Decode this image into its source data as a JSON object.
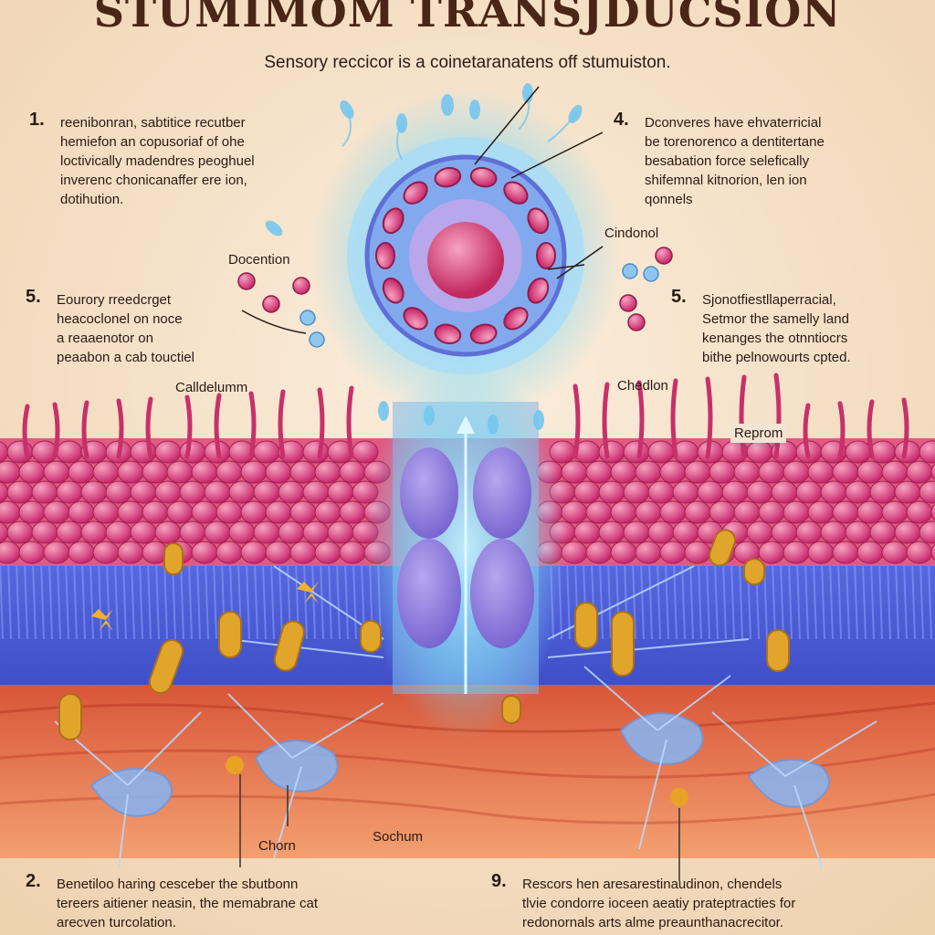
{
  "title": "STUMIMOM TRANSJDUCSION",
  "subtitle": "Sensory reccicor is a coinetaranatens off stumuiston.",
  "steps": [
    {
      "num": "1.",
      "text": "reenibonran, sabtitice recutber\nhemiefon an copusoriaf of ohe\nloctivically madendres peoghuel\ninverenc chonicanaffer ere ion,\ndotihution."
    },
    {
      "num": "4.",
      "text": "Dconveres have ehvaterricial\nbe torenorenco a dentitertane\nbesabation force selefically\nshifemnal kitnorion, len ion\nqonnels"
    },
    {
      "num": "5.",
      "text": "Eourory rreedcrget\nheacoclonel on noce\na reaaenotor on\npeaabon a cab touctiel"
    },
    {
      "num": "5.",
      "text": "Sjonotfiestllaperracial,\nSetmor the samelly land\nkenanges the otnntiocrs\nbithe pelnowourts cpted."
    },
    {
      "num": "2.",
      "text": "Benetiloo haring cesceber the sbutbonn\ntereers aitiener neasin, the memabrane cat\narecven turcolation."
    },
    {
      "num": "9.",
      "text": "Rescors hen aresarestinaudinon, chendels\ntlvie condorre ioceen aeatiy prateptracties for\nredonornals arts alme preaunthanacrecitor."
    }
  ],
  "labels": {
    "docention": "Docention",
    "cindonol": "Cindonol",
    "calldelumm": "Calldelumm",
    "chedlon": "Chedlon",
    "reprom": "Reprom",
    "chorn": "Chorn",
    "sochum": "Sochum"
  }
}
